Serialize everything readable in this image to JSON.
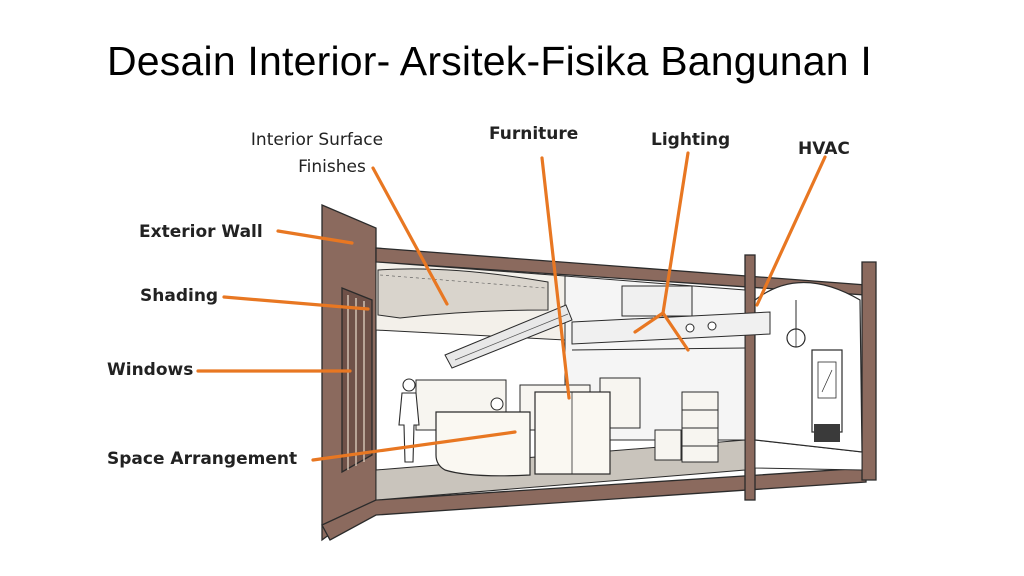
{
  "slide": {
    "title": "Desain Interior- Arsitek-Fisika Bangunan I"
  },
  "labels": {
    "interior_surface_line1": "Interior Surface",
    "interior_surface_line2": "Finishes",
    "furniture": "Furniture",
    "lighting": "Lighting",
    "hvac": "HVAC",
    "exterior_wall": "Exterior Wall",
    "shading": "Shading",
    "windows": "Windows",
    "space_arrangement": "Space Arrangement"
  },
  "colors": {
    "leader_line": "#E87722",
    "wall_fill": "#8B6A5E",
    "wall_dark": "#5A3E36",
    "floor": "#BDB8B0",
    "sketch_line": "#2b2b2b"
  }
}
